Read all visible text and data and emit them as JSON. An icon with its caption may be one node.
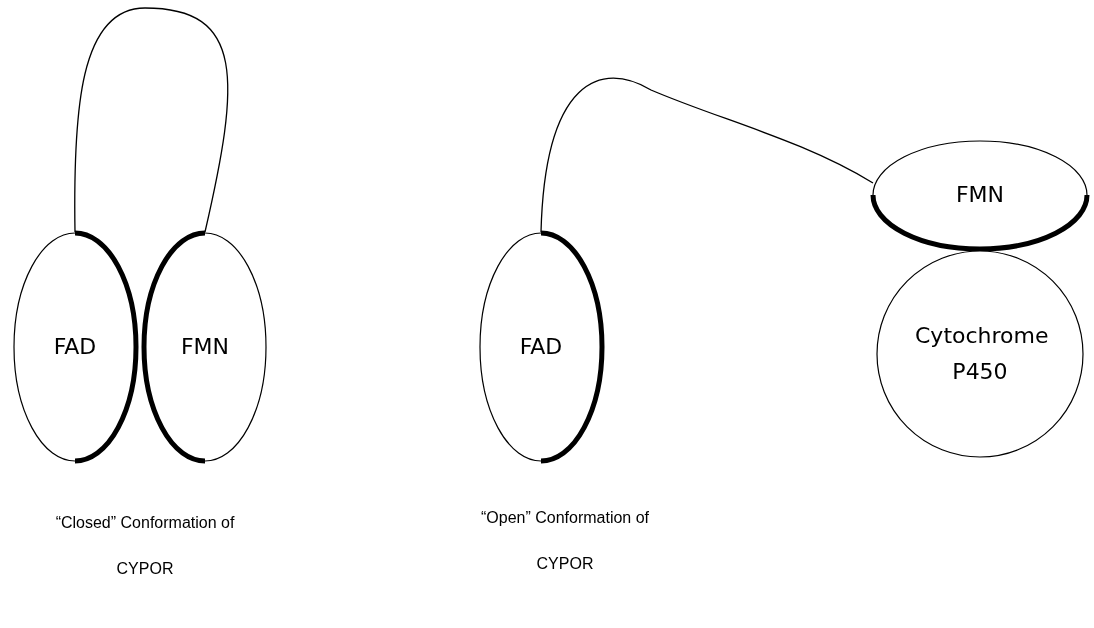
{
  "diagram": {
    "nodes": [
      {
        "text": [
          "FAD"
        ]
      },
      {
        "text": [
          "FMN"
        ]
      },
      {
        "text": [
          "FAD"
        ]
      },
      {
        "text": [
          "FMN"
        ]
      },
      {
        "text": [
          "Cytochrome P450"
        ]
      }
    ],
    "edges": [
      {
        "from": 0,
        "to": 1,
        "arrow": "none"
      },
      {
        "from": 2,
        "to": 3,
        "arrow": "none"
      }
    ],
    "labels": [
      "“Closed” Conformation of CYPOR",
      "“Open” Conformation of CYPOR"
    ]
  }
}
